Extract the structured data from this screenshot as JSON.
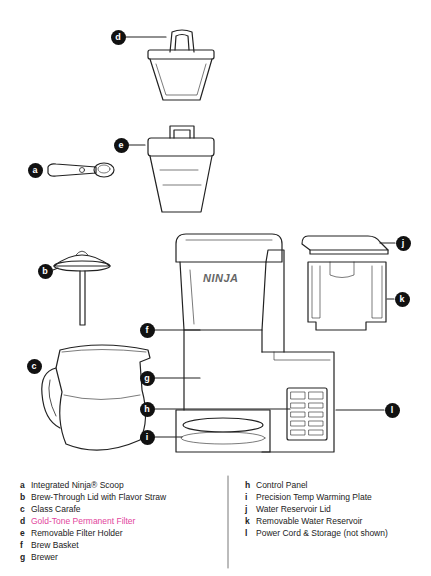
{
  "diagram": {
    "nodes": [
      {
        "text": [
          "d"
        ]
      },
      {
        "text": [
          "e"
        ]
      },
      {
        "text": [
          "a"
        ]
      },
      {
        "text": [
          "j"
        ]
      },
      {
        "text": [
          "b"
        ]
      },
      {
        "text": [
          "k"
        ]
      },
      {
        "text": [
          "f"
        ]
      },
      {
        "text": [
          "c"
        ]
      },
      {
        "text": [
          "g"
        ]
      },
      {
        "text": [
          "h"
        ]
      },
      {
        "text": [
          "l"
        ]
      },
      {
        "text": [
          "i"
        ]
      }
    ],
    "labels": [
      "NINJA",
      "a",
      "Integrated Ninja® Scoop",
      "b",
      "Brew-Through Lid with Flavor Straw",
      "c",
      "Glass Carafe",
      "d",
      "Gold-Tone Permanent Filter",
      "e",
      "Removable Filter Holder",
      "f",
      "Brew Basket",
      "g",
      "Brewer",
      "h",
      "Control Panel",
      "i",
      "Precision Temp Warming Plate",
      "j",
      "Water Reservoir Lid",
      "k",
      "Removable Water Reservoir",
      "l",
      "Power Cord & Storage (not shown)"
    ]
  }
}
